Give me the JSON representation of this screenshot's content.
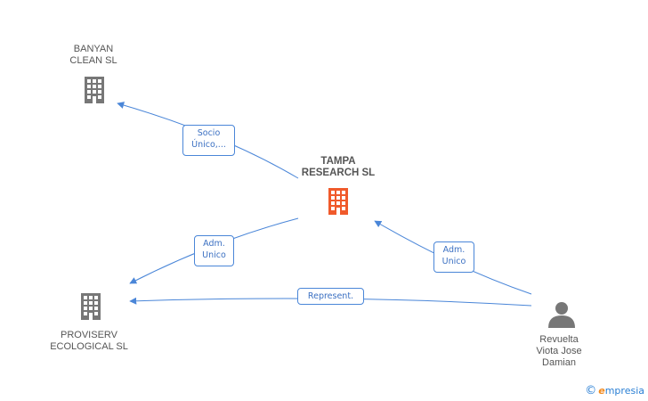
{
  "nodes": {
    "banyan": {
      "name": "BANYAN\nCLEAN SL",
      "icon": "building-icon",
      "color": "#777777"
    },
    "tampa": {
      "name": "TAMPA\nRESEARCH SL",
      "icon": "building-icon",
      "color": "#f05a2b"
    },
    "proviserv": {
      "name": "PROVISERV\nECOLOGICAL SL",
      "icon": "building-icon",
      "color": "#777777"
    },
    "revuelta": {
      "name": "Revuelta\nViota Jose\nDamian",
      "icon": "person-icon",
      "color": "#777777"
    }
  },
  "edges": {
    "tampa_banyan": "Socio\nÚnico,...",
    "tampa_proviserv": "Adm.\nUnico",
    "revuelta_tampa": "Adm.\nUnico",
    "revuelta_proviserv": "Represent."
  },
  "colors": {
    "edge": "#4a86d8"
  },
  "footer": {
    "copyright": "©",
    "brand_initial": "e",
    "brand_rest": "mpresia"
  }
}
